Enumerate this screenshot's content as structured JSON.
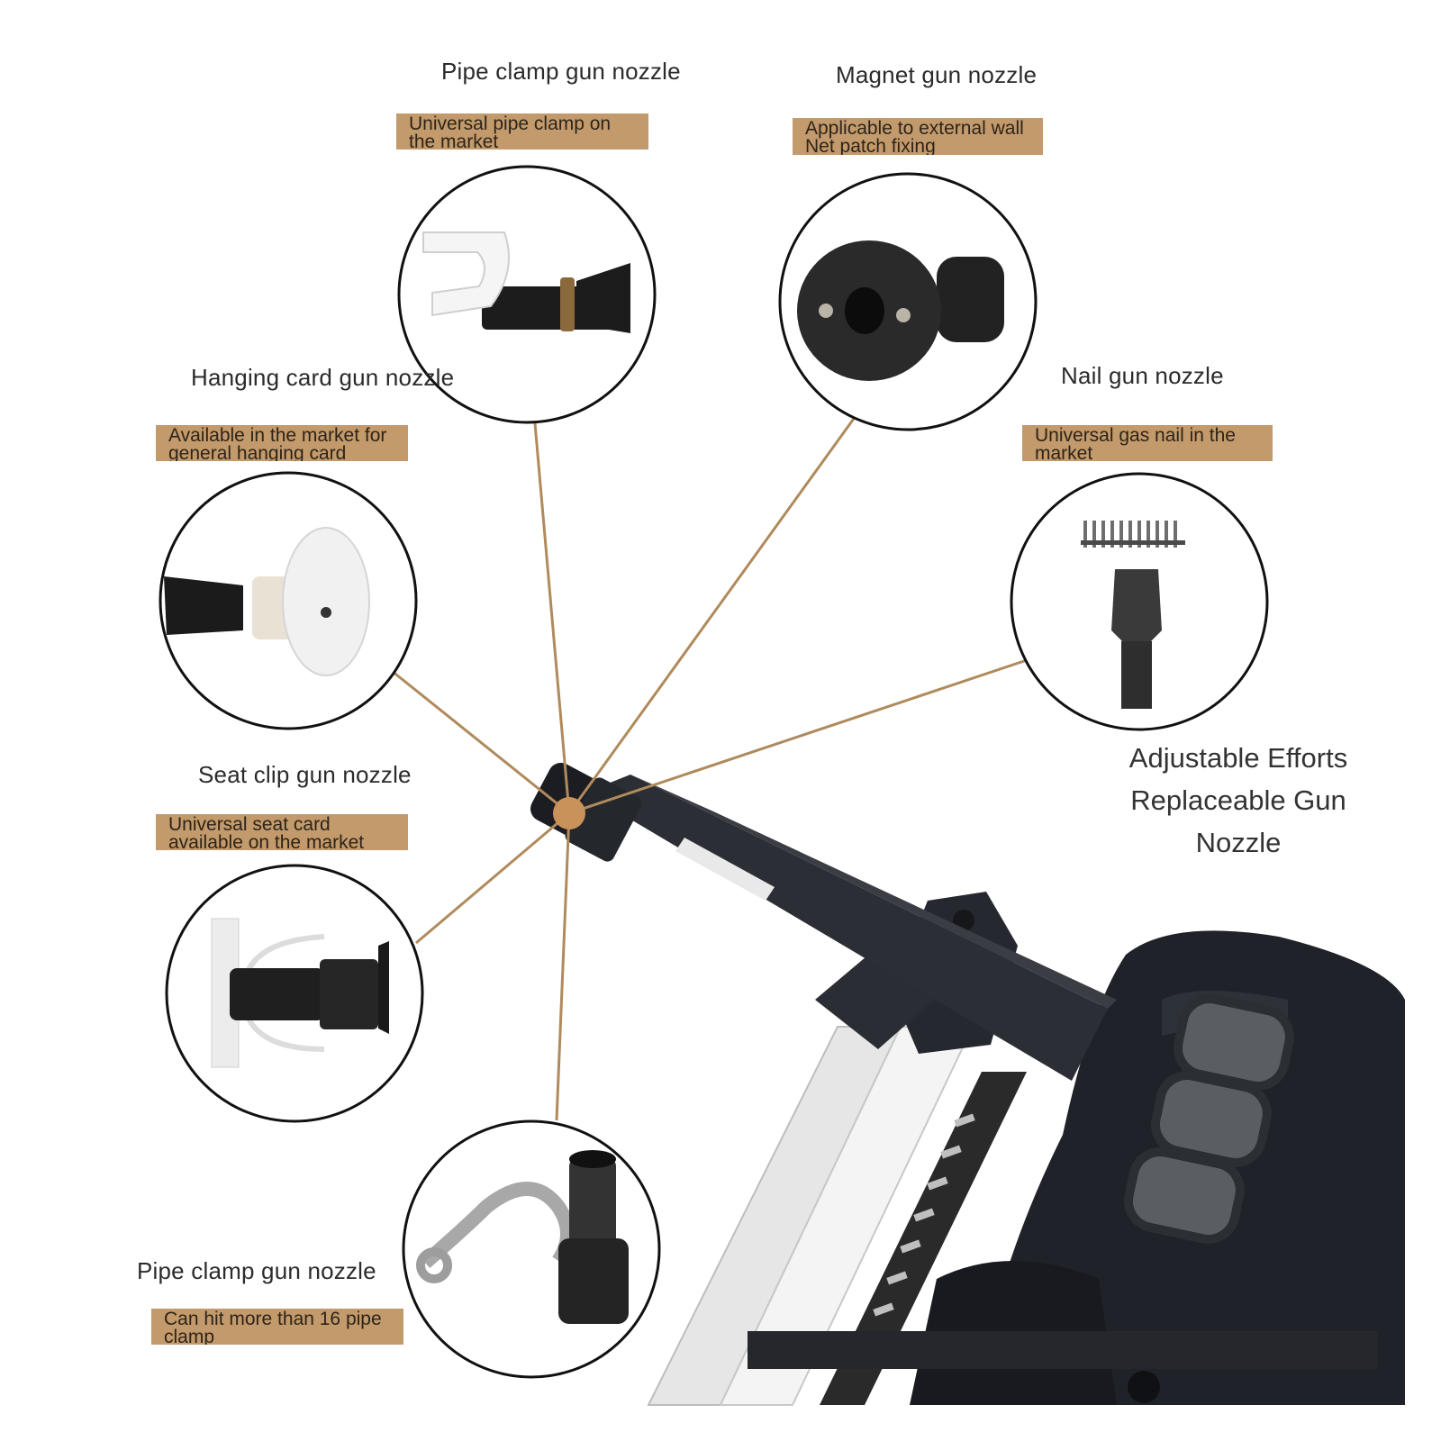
{
  "colors": {
    "tag_background": "#c29a6c",
    "leader_line": "#b08a5c",
    "hub": "#c8925a",
    "tool_body": "#1f2228",
    "circle_stroke": "#111111"
  },
  "callouts": [
    {
      "id": "pipe-clamp-top",
      "title": "Pipe clamp gun nozzle",
      "tag_lines": [
        "Universal pipe clamp on",
        "the market"
      ],
      "icon": "pipe-clamp-nozzle-icon"
    },
    {
      "id": "magnet",
      "title": "Magnet gun nozzle",
      "tag_lines": [
        "Applicable to external wall",
        "Net patch fixing"
      ],
      "icon": "magnet-nozzle-icon"
    },
    {
      "id": "hanging-card",
      "title": "Hanging card gun nozzle",
      "tag_lines": [
        "Available in the market for",
        "general hanging card"
      ],
      "icon": "hanging-card-nozzle-icon"
    },
    {
      "id": "nail",
      "title": "Nail gun nozzle",
      "tag_lines": [
        "Universal gas nail in the",
        "market"
      ],
      "icon": "nail-nozzle-icon"
    },
    {
      "id": "seat-clip",
      "title": "Seat clip gun nozzle",
      "tag_lines": [
        "Universal seat card",
        "available on the market"
      ],
      "icon": "seat-clip-nozzle-icon"
    },
    {
      "id": "pipe-clamp-bottom",
      "title": "Pipe clamp gun nozzle",
      "tag_lines": [
        "Can hit more than 16 pipe",
        "clamp"
      ],
      "icon": "pipe-strap-nozzle-icon"
    }
  ],
  "headline_lines": [
    "Adjustable Efforts",
    "Replaceable Gun",
    "Nozzle"
  ]
}
